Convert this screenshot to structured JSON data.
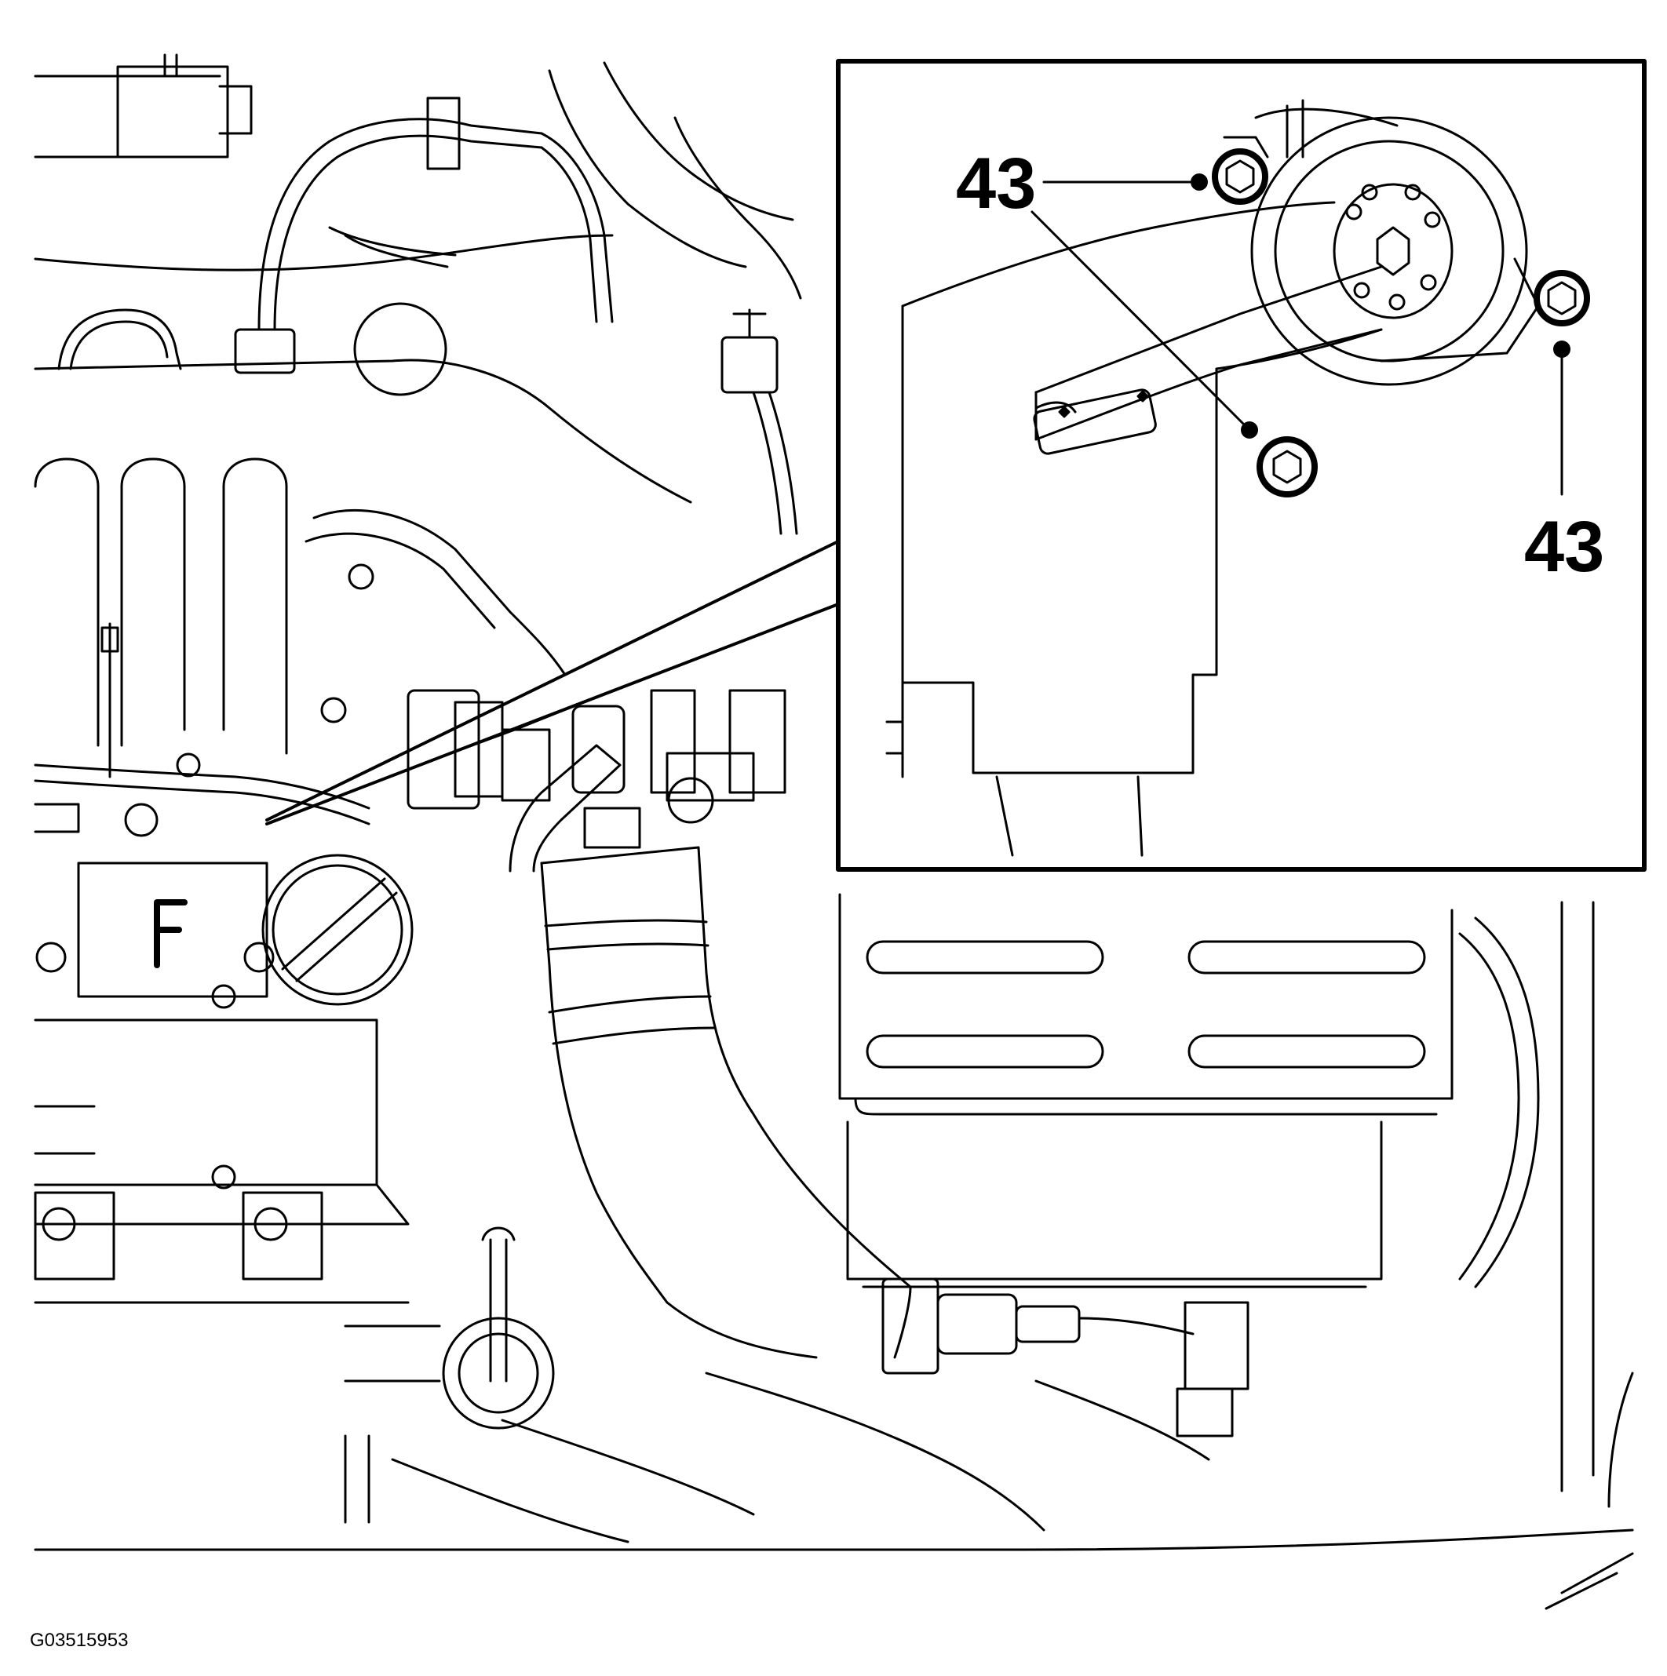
{
  "figure": {
    "id": "G03515953",
    "stroke_color": "#000000",
    "background_color": "#ffffff"
  },
  "inset": {
    "callouts": [
      {
        "label": "43",
        "part": "mount-bolt-upper"
      },
      {
        "label": "43",
        "part": "mount-bolt-lower"
      },
      {
        "label": "43",
        "part": "mount-bolt-right"
      }
    ]
  }
}
